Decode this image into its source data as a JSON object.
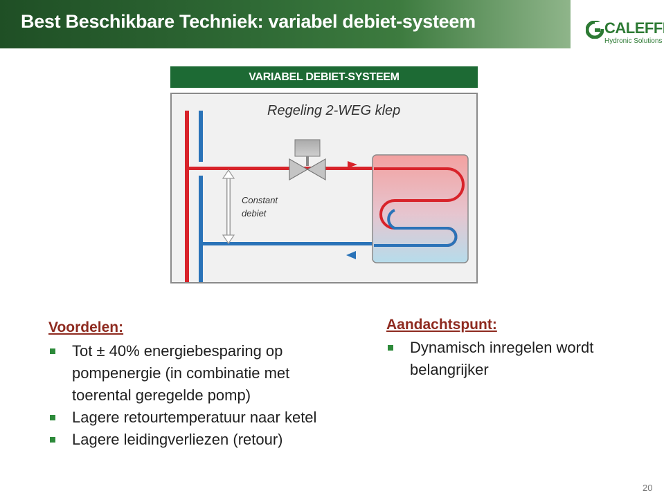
{
  "header": {
    "title": "Best Beschikbare Techniek: variabel debiet-systeem"
  },
  "logo": {
    "name": "CALEFFI",
    "subtitle": "Hydronic Solutions",
    "brand_color": "#2d7a34"
  },
  "diagram": {
    "banner": "VARIABEL DEBIET-SYSTEEM",
    "subtitle": "Regeling 2-WEG klep",
    "label_line1": "Constant",
    "label_line2": "debiet",
    "supply_color": "#d8232a",
    "return_color": "#2a73b8"
  },
  "advantages": {
    "title": "Voordelen:",
    "items": [
      {
        "lines": [
          "Tot ± 40% energiebesparing op",
          "pompenergie (in combinatie met",
          "toerental geregelde pomp)"
        ]
      },
      {
        "lines": [
          "Lagere retourtemperatuur naar ketel"
        ]
      },
      {
        "lines": [
          "Lagere leidingverliezen (retour)"
        ]
      }
    ]
  },
  "attention": {
    "title": "Aandachtspunt:",
    "items": [
      {
        "lines": [
          "Dynamisch inregelen wordt",
          "belangrijker"
        ]
      }
    ]
  },
  "page_number": "20"
}
